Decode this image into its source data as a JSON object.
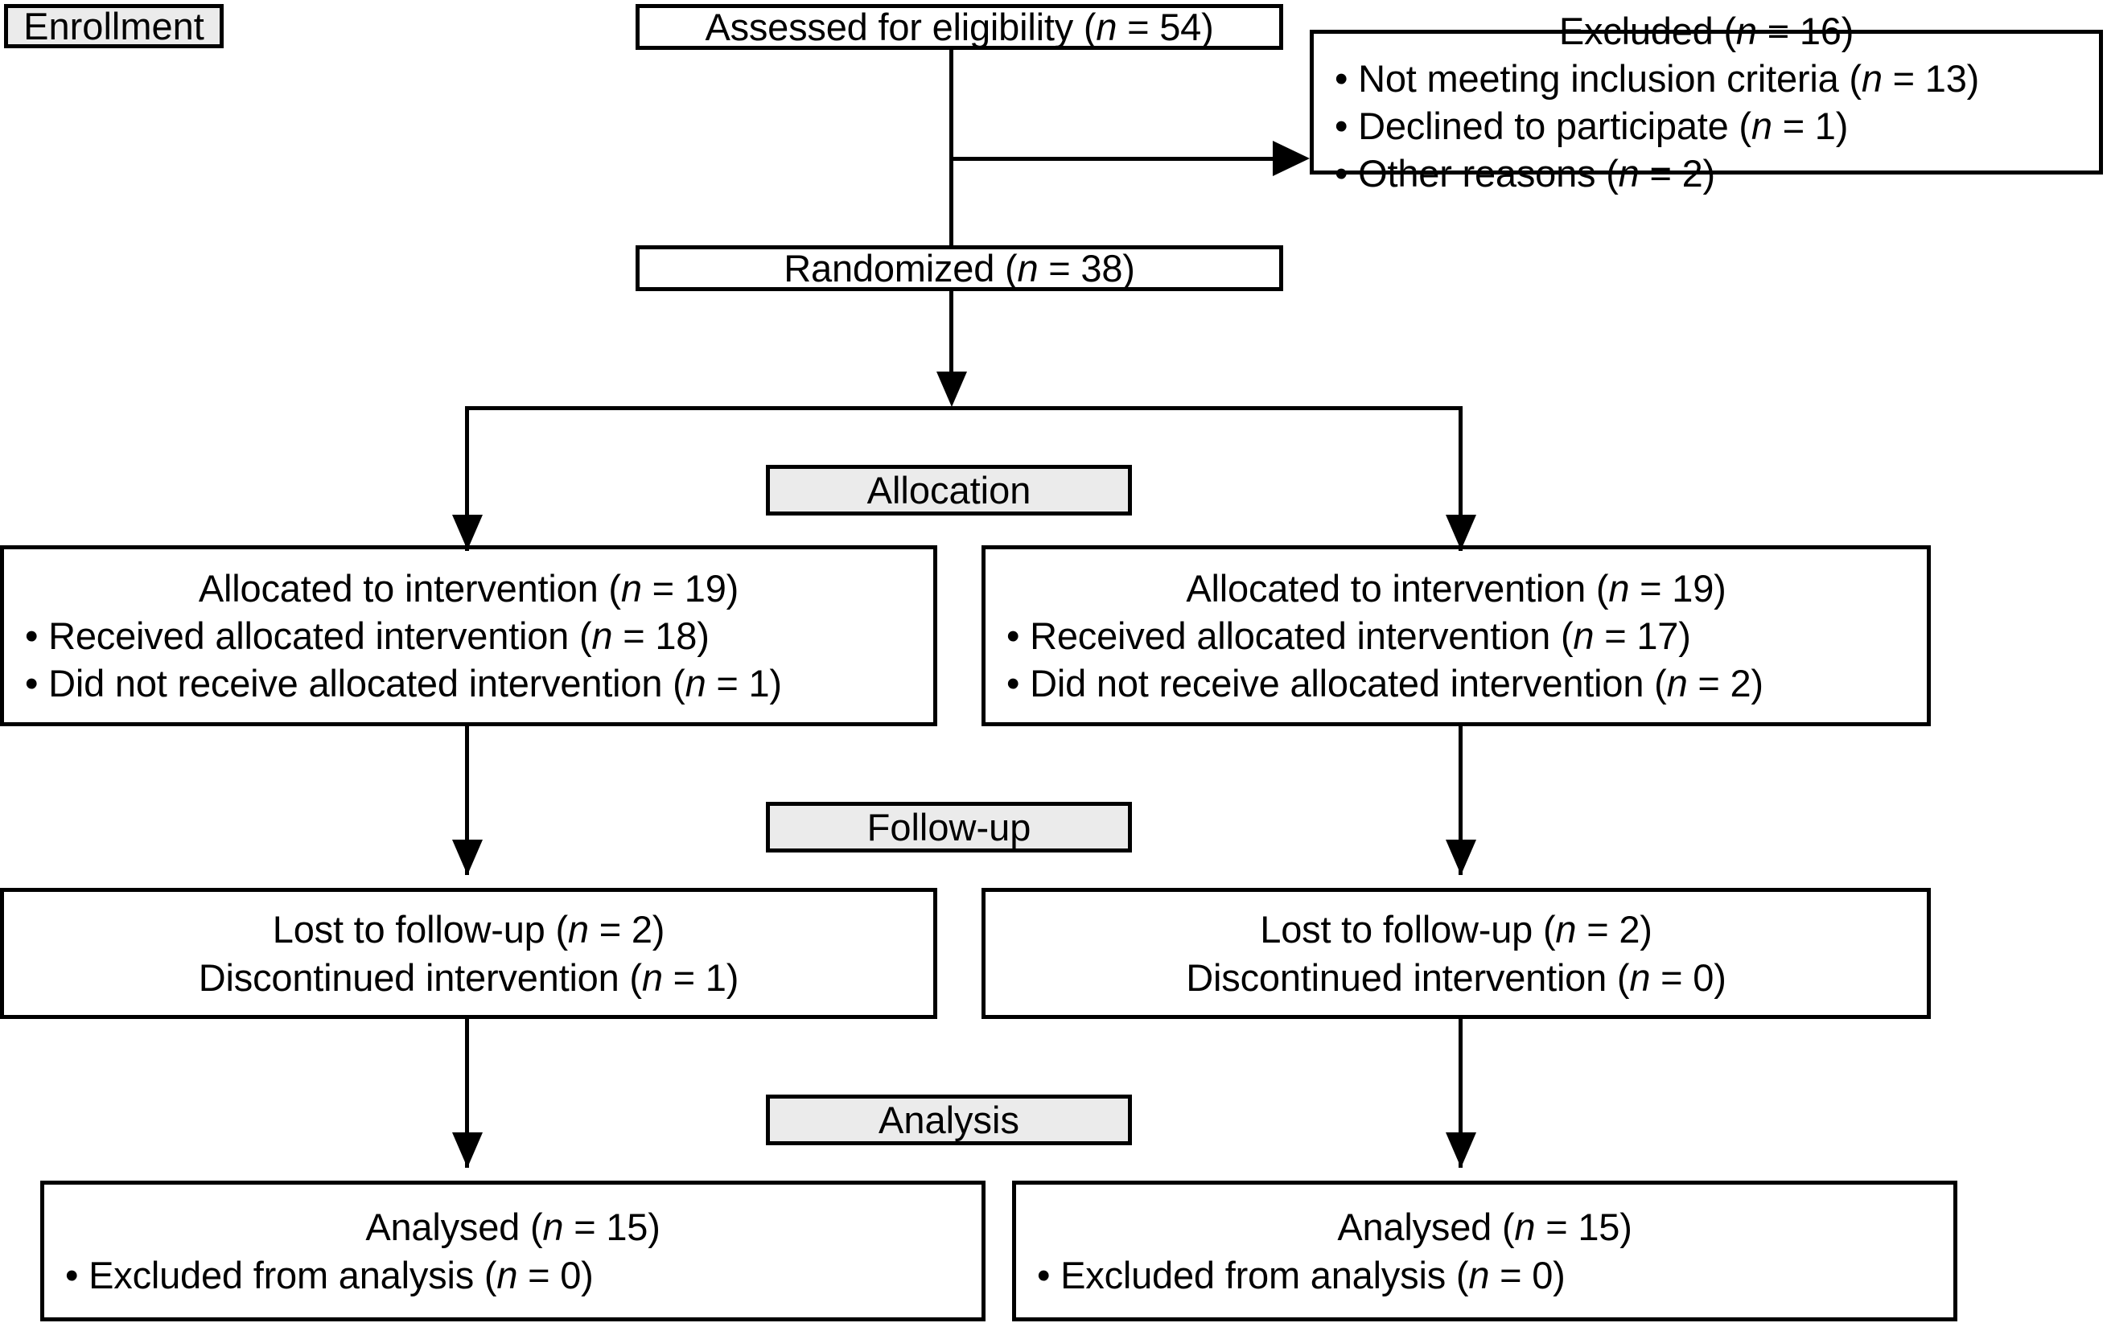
{
  "diagram": {
    "type": "CONSORT participant flow diagram",
    "stage_labels": {
      "enrollment": "Enrollment",
      "allocation": "Allocation",
      "followup": "Follow-up",
      "analysis": "Analysis"
    },
    "colors": {
      "stage_label_fill": "#ebebeb",
      "border": "#000000",
      "box_fill": "#ffffff",
      "text": "#000000"
    },
    "enrollment": {
      "assessed": {
        "text_before": "Assessed for eligibility (",
        "n_symbol": "n",
        "text_after": " = 54)"
      },
      "excluded": {
        "title_before": "Excluded (",
        "title_n": "n",
        "title_after": " = 16)",
        "reasons": [
          {
            "before": "Not meeting inclusion criteria (",
            "n": "n",
            "after": " = 13)"
          },
          {
            "before": "Declined to participate (",
            "n": "n",
            "after": " = 1)"
          },
          {
            "before": "Other reasons (",
            "n": "n",
            "after": " = 2)"
          }
        ]
      },
      "randomized": {
        "text_before": "Randomized (",
        "n_symbol": "n",
        "text_after": " = 38)"
      }
    },
    "allocation": {
      "left": {
        "title_before": "Allocated to intervention (",
        "title_n": "n",
        "title_after": " = 19)",
        "items": [
          {
            "before": "Received allocated intervention (",
            "n": "n",
            "after": " = 18)"
          },
          {
            "before": "Did not receive allocated intervention (",
            "n": "n",
            "after": " = 1)"
          }
        ]
      },
      "right": {
        "title_before": "Allocated to intervention (",
        "title_n": "n",
        "title_after": " = 19)",
        "items": [
          {
            "before": "Received allocated intervention (",
            "n": "n",
            "after": " = 17)"
          },
          {
            "before": "Did not receive allocated intervention (",
            "n": "n",
            "after": " = 2)"
          }
        ]
      }
    },
    "followup": {
      "left": {
        "lines": [
          {
            "before": "Lost to follow-up (",
            "n": "n",
            "after": " = 2)"
          },
          {
            "before": "Discontinued intervention (",
            "n": "n",
            "after": " = 1)"
          }
        ]
      },
      "right": {
        "lines": [
          {
            "before": "Lost to follow-up (",
            "n": "n",
            "after": " = 2)"
          },
          {
            "before": "Discontinued intervention (",
            "n": "n",
            "after": " = 0)"
          }
        ]
      }
    },
    "analysis": {
      "left": {
        "title_before": "Analysed (",
        "title_n": "n",
        "title_after": " = 15)",
        "items": [
          {
            "before": "Excluded from analysis (",
            "n": "n",
            "after": " = 0)"
          }
        ]
      },
      "right": {
        "title_before": "Analysed (",
        "title_n": "n",
        "title_after": " = 15)",
        "items": [
          {
            "before": "Excluded from analysis (",
            "n": "n",
            "after": " = 0)"
          }
        ]
      }
    }
  },
  "chart_data": {
    "type": "diagram",
    "title": "CONSORT flow diagram",
    "nodes": [
      {
        "id": "assessed",
        "stage": "Enrollment",
        "label": "Assessed for eligibility",
        "n": 54
      },
      {
        "id": "excluded",
        "stage": "Enrollment",
        "label": "Excluded",
        "n": 16,
        "breakdown": [
          {
            "label": "Not meeting inclusion criteria",
            "n": 13
          },
          {
            "label": "Declined to participate",
            "n": 1
          },
          {
            "label": "Other reasons",
            "n": 2
          }
        ]
      },
      {
        "id": "randomized",
        "stage": "Enrollment",
        "label": "Randomized",
        "n": 38
      },
      {
        "id": "alloc-left",
        "stage": "Allocation",
        "label": "Allocated to intervention",
        "n": 19,
        "breakdown": [
          {
            "label": "Received allocated intervention",
            "n": 18
          },
          {
            "label": "Did not receive allocated intervention",
            "n": 1
          }
        ]
      },
      {
        "id": "alloc-right",
        "stage": "Allocation",
        "label": "Allocated to intervention",
        "n": 19,
        "breakdown": [
          {
            "label": "Received allocated intervention",
            "n": 17
          },
          {
            "label": "Did not receive allocated intervention",
            "n": 2
          }
        ]
      },
      {
        "id": "follow-left",
        "stage": "Follow-up",
        "label": "Lost to follow-up / Discontinued intervention",
        "breakdown": [
          {
            "label": "Lost to follow-up",
            "n": 2
          },
          {
            "label": "Discontinued intervention",
            "n": 1
          }
        ]
      },
      {
        "id": "follow-right",
        "stage": "Follow-up",
        "label": "Lost to follow-up / Discontinued intervention",
        "breakdown": [
          {
            "label": "Lost to follow-up",
            "n": 2
          },
          {
            "label": "Discontinued intervention",
            "n": 0
          }
        ]
      },
      {
        "id": "analysis-left",
        "stage": "Analysis",
        "label": "Analysed",
        "n": 15,
        "breakdown": [
          {
            "label": "Excluded from analysis",
            "n": 0
          }
        ]
      },
      {
        "id": "analysis-right",
        "stage": "Analysis",
        "label": "Analysed",
        "n": 15,
        "breakdown": [
          {
            "label": "Excluded from analysis",
            "n": 0
          }
        ]
      }
    ],
    "edges": [
      {
        "from": "assessed",
        "to": "excluded"
      },
      {
        "from": "assessed",
        "to": "randomized"
      },
      {
        "from": "randomized",
        "to": "alloc-left"
      },
      {
        "from": "randomized",
        "to": "alloc-right"
      },
      {
        "from": "alloc-left",
        "to": "follow-left"
      },
      {
        "from": "alloc-right",
        "to": "follow-right"
      },
      {
        "from": "follow-left",
        "to": "analysis-left"
      },
      {
        "from": "follow-right",
        "to": "analysis-right"
      }
    ]
  }
}
